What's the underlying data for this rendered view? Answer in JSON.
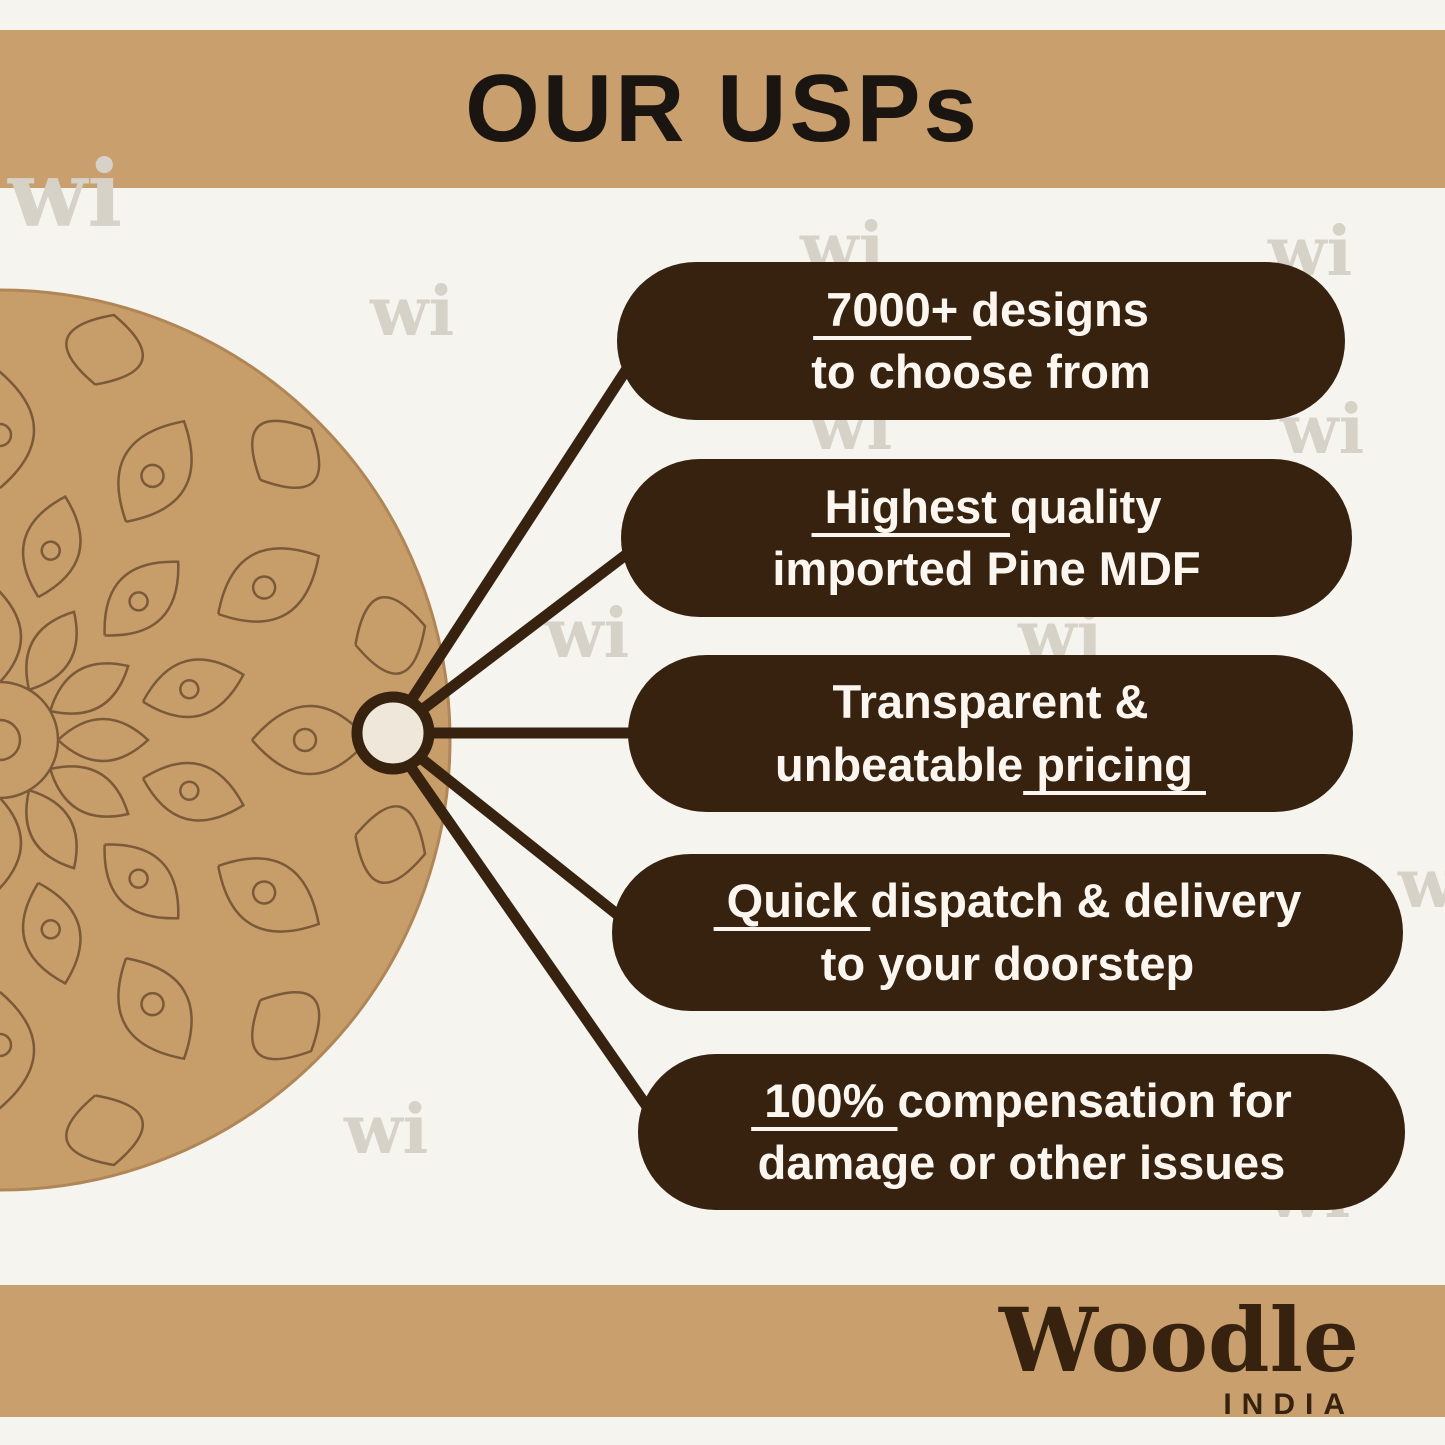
{
  "title": "OUR USPs",
  "watermark": {
    "text": "wi"
  },
  "pills": [
    {
      "l1pre": "",
      "l1u": " 7000+ ",
      "l1post": "designs",
      "l2pre": "",
      "l2u": "",
      "l2post": "to choose from"
    },
    {
      "l1pre": "",
      "l1u": " Highest ",
      "l1post": "quality",
      "l2pre": "",
      "l2u": "",
      "l2post": "imported Pine MDF"
    },
    {
      "l1pre": "Transparent &",
      "l1u": "",
      "l1post": "",
      "l2pre": "unbeatable",
      "l2u": " pricing ",
      "l2post": ""
    },
    {
      "l1pre": "",
      "l1u": " Quick ",
      "l1post": "dispatch & delivery",
      "l2pre": "",
      "l2u": "",
      "l2post": "to your doorstep"
    },
    {
      "l1pre": "",
      "l1u": " 100% ",
      "l1post": "compensation for",
      "l2pre": "",
      "l2u": "",
      "l2post": "damage or other issues"
    }
  ],
  "brand": {
    "name": "Woodle",
    "country": "INDIA"
  },
  "colors": {
    "band": "#c89f6d",
    "background": "#f6f4ef",
    "pill": "#36220f",
    "board": "#c79d6a",
    "line_art": "#7a5a38",
    "text_light": "#fbf7f0",
    "title": "#1b1512",
    "node_fill": "#efe8da"
  }
}
